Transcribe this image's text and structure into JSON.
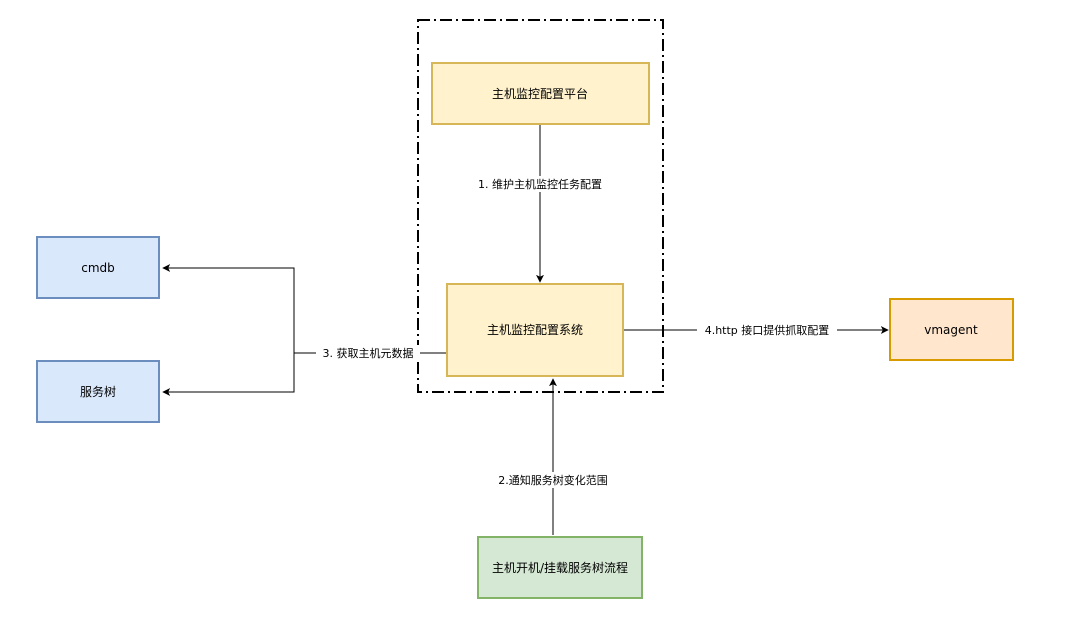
{
  "nodes": {
    "config_platform": {
      "label": "主机监控配置平台",
      "fill": "#fff2cc",
      "stroke": "#d6b656"
    },
    "config_system": {
      "label": "主机监控配置系统",
      "fill": "#fff2cc",
      "stroke": "#d6b656"
    },
    "cmdb": {
      "label": "cmdb",
      "fill": "#dae8fc",
      "stroke": "#6c8ebf"
    },
    "service_tree": {
      "label": "服务树",
      "fill": "#dae8fc",
      "stroke": "#6c8ebf"
    },
    "vmagent": {
      "label": "vmagent",
      "fill": "#ffe6cc",
      "stroke": "#d79b00"
    },
    "host_flow": {
      "label": "主机开机/挂载服务树流程",
      "fill": "#d5e8d4",
      "stroke": "#82b366"
    }
  },
  "edges": {
    "maintain_config": {
      "label": "1. 维护主机监控任务配置"
    },
    "notify_scope": {
      "label": "2.通知服务树变化范围"
    },
    "fetch_metadata": {
      "label": "3. 获取主机元数据"
    },
    "http_provide": {
      "label": "4.http 接口提供抓取配置"
    }
  },
  "colors": {
    "edge": "#000000",
    "boundary": "#000000"
  }
}
